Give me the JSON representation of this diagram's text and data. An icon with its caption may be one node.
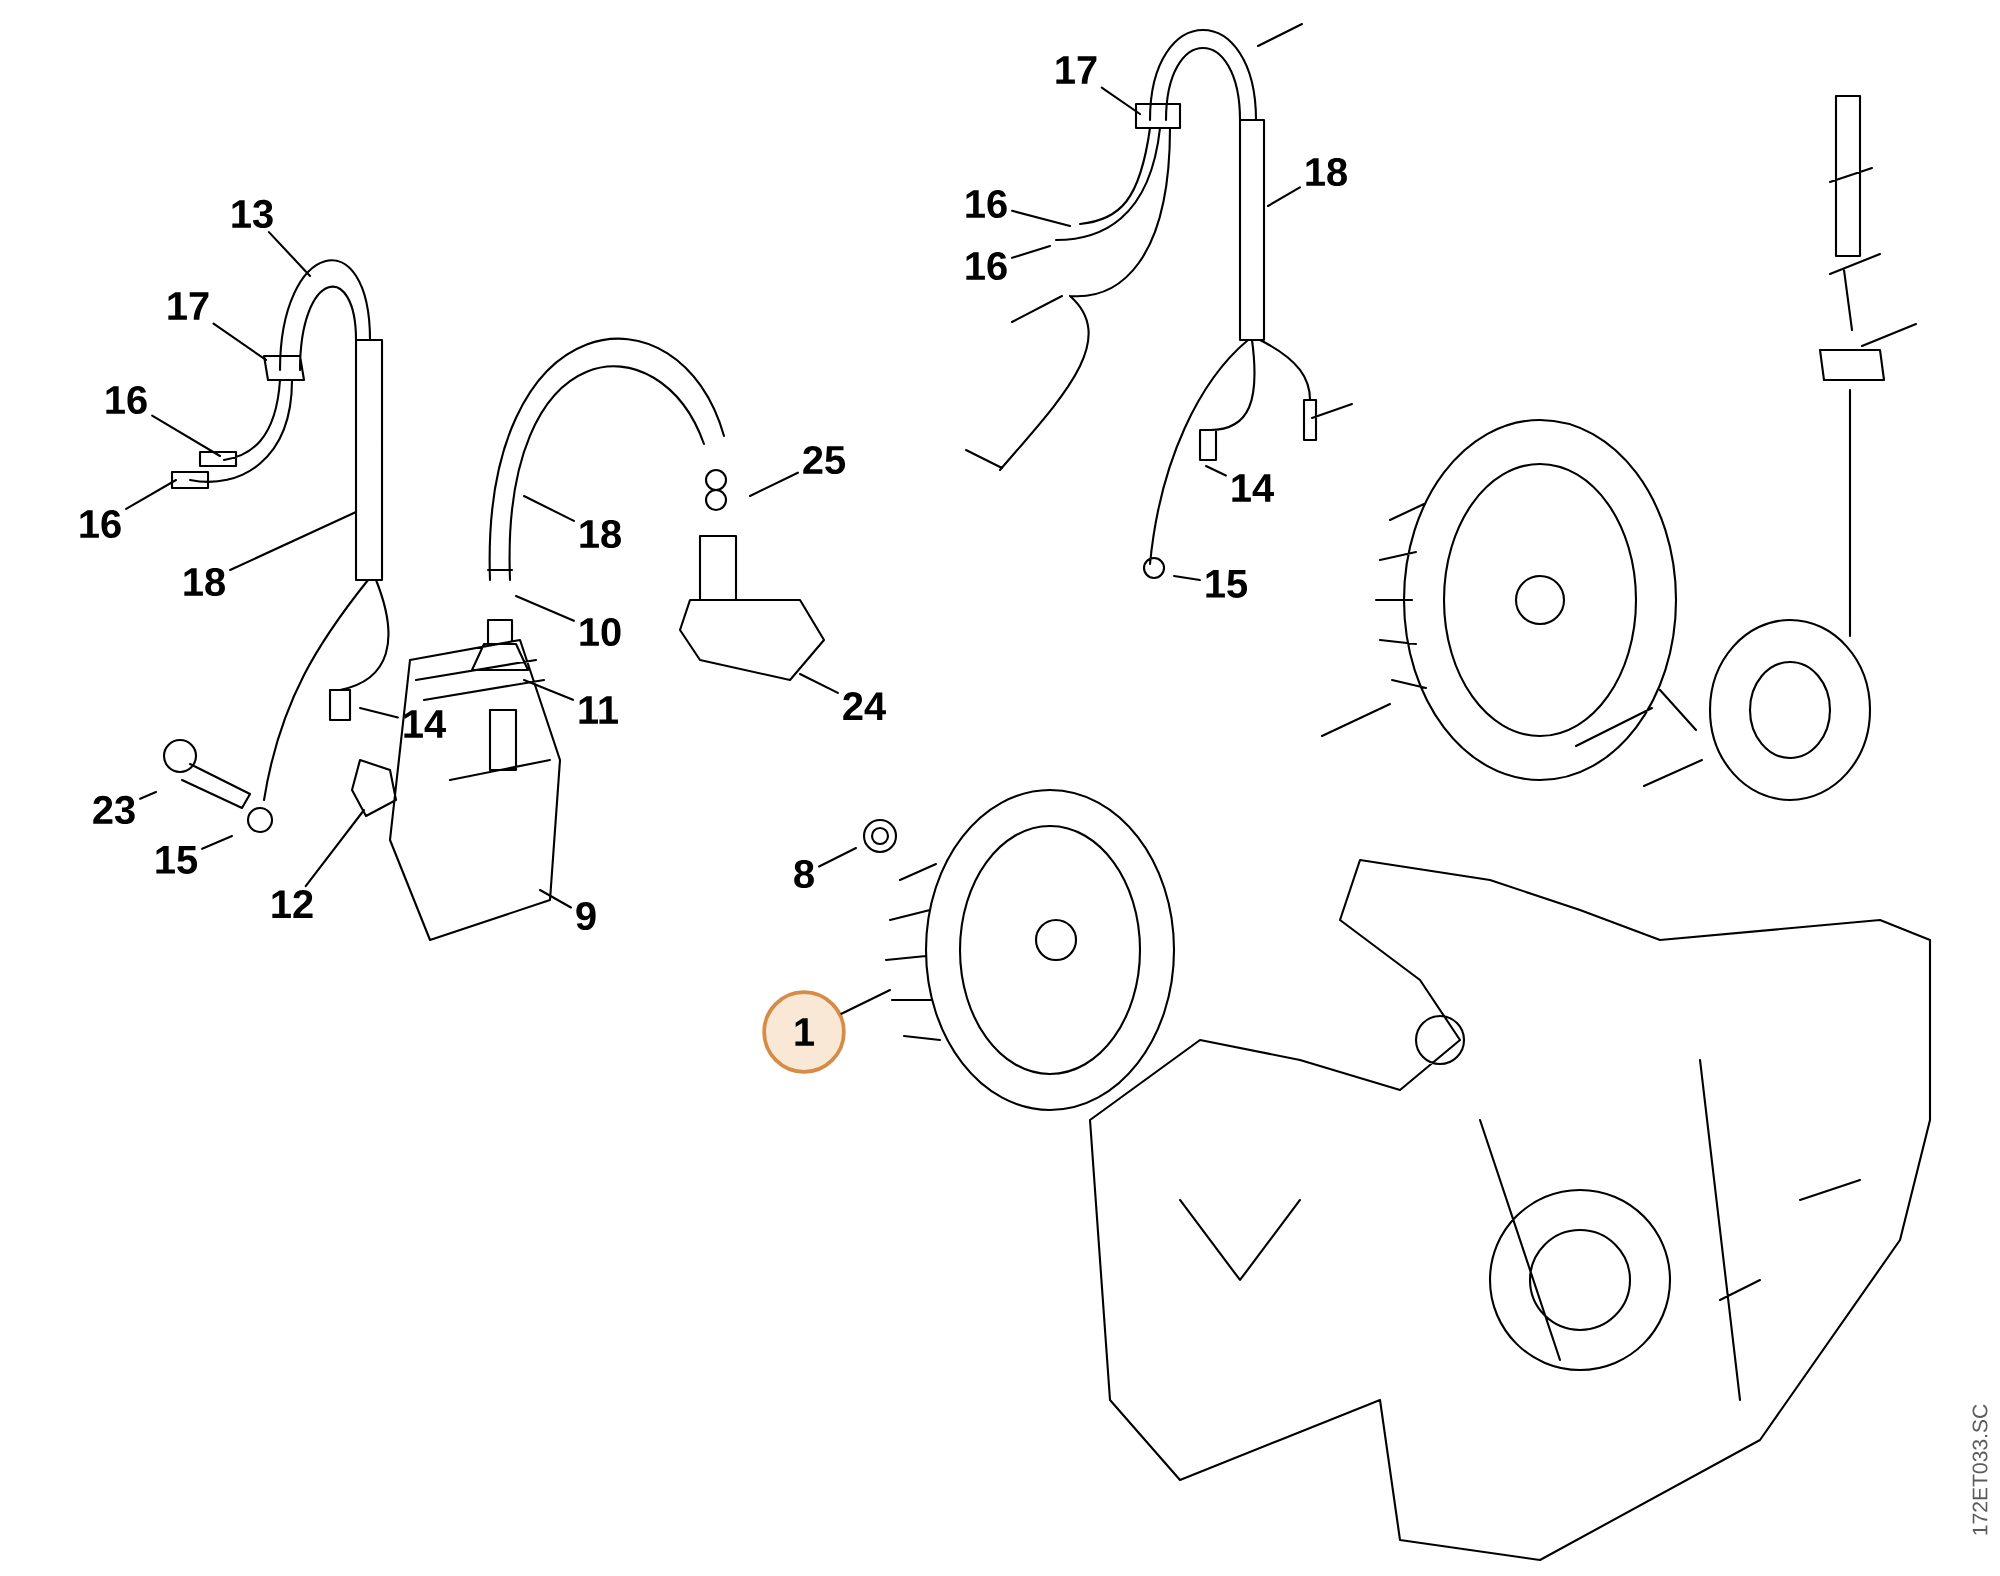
{
  "diagram": {
    "nodes": [
      {
        "text": [
          "13"
        ]
      },
      {
        "text": [
          "17"
        ]
      },
      {
        "text": [
          "16"
        ]
      },
      {
        "text": [
          "16"
        ]
      },
      {
        "text": [
          "18"
        ]
      },
      {
        "text": [
          "23"
        ]
      },
      {
        "text": [
          "15"
        ]
      },
      {
        "text": [
          "14"
        ]
      },
      {
        "text": [
          "12"
        ]
      },
      {
        "text": [
          "9"
        ]
      },
      {
        "text": [
          "11"
        ]
      },
      {
        "text": [
          "10"
        ]
      },
      {
        "text": [
          "18"
        ]
      },
      {
        "text": [
          "25"
        ]
      },
      {
        "text": [
          "24"
        ]
      },
      {
        "text": [
          "8"
        ]
      },
      {
        "text": [
          "1"
        ]
      },
      {
        "text": [
          "17"
        ]
      },
      {
        "text": [
          "16"
        ]
      },
      {
        "text": [
          "16"
        ]
      },
      {
        "text": [
          "18"
        ]
      },
      {
        "text": [
          "14"
        ]
      },
      {
        "text": [
          "15"
        ]
      }
    ],
    "edges": [
      {
        "from": 0,
        "to": null,
        "arrow": "none"
      },
      {
        "from": 1,
        "to": null,
        "arrow": "none"
      },
      {
        "from": 2,
        "to": null,
        "arrow": "none"
      },
      {
        "from": 3,
        "to": null,
        "arrow": "none"
      },
      {
        "from": 4,
        "to": null,
        "arrow": "none"
      },
      {
        "from": 5,
        "to": null,
        "arrow": "none"
      },
      {
        "from": 6,
        "to": null,
        "arrow": "none"
      },
      {
        "from": 7,
        "to": null,
        "arrow": "none"
      },
      {
        "from": 8,
        "to": null,
        "arrow": "none"
      },
      {
        "from": 9,
        "to": null,
        "arrow": "none"
      },
      {
        "from": 10,
        "to": null,
        "arrow": "none"
      },
      {
        "from": 11,
        "to": null,
        "arrow": "none"
      },
      {
        "from": 12,
        "to": null,
        "arrow": "none"
      },
      {
        "from": 13,
        "to": null,
        "arrow": "none"
      },
      {
        "from": 14,
        "to": null,
        "arrow": "none"
      },
      {
        "from": 15,
        "to": null,
        "arrow": "none"
      },
      {
        "from": 16,
        "to": null,
        "arrow": "none"
      },
      {
        "from": 17,
        "to": null,
        "arrow": "none"
      },
      {
        "from": 18,
        "to": null,
        "arrow": "none"
      },
      {
        "from": 19,
        "to": null,
        "arrow": "none"
      },
      {
        "from": 20,
        "to": null,
        "arrow": "none"
      },
      {
        "from": 21,
        "to": null,
        "arrow": "none"
      },
      {
        "from": 22,
        "to": null,
        "arrow": "none"
      }
    ],
    "labels": [
      "172ET033.SC"
    ]
  }
}
